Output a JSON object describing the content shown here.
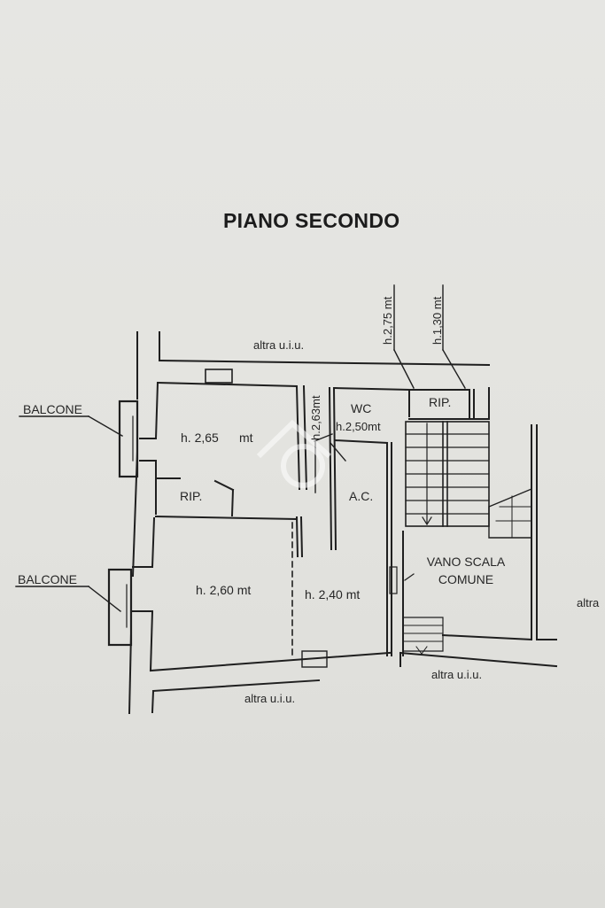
{
  "title": "PIANO SECONDO",
  "labels": {
    "balcone_top": "BALCONE",
    "balcone_bottom": "BALCONE",
    "altra_top": "altra u.i.u.",
    "altra_bottom_left": "altra u.i.u.",
    "altra_bottom_right": "altra u.i.u.",
    "altra_right": "altra",
    "h_275": "h.2,75 mt",
    "h_130": "h.1,30 mt",
    "rip_top": "RIP.",
    "wc": "WC",
    "h_250": "h.2,50mt",
    "h_263": "h.2,63mt",
    "h_265_a": "h. 2,65",
    "h_265_b": "mt",
    "rip_left": "RIP.",
    "ac": "A.C.",
    "h_260": "h. 2,60 mt",
    "h_240": "h. 2,40 mt",
    "vano_line1": "VANO SCALA",
    "vano_line2": "COMUNE"
  },
  "colors": {
    "ink": "#1f1f1f",
    "paper": "#e4e4e1"
  }
}
